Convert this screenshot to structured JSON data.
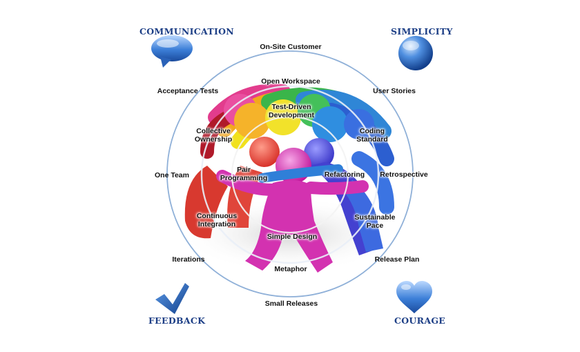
{
  "values": {
    "communication": "COMMUNICATION",
    "simplicity": "SIMPLICITY",
    "feedback": "FEEDBACK",
    "courage": "COURAGE"
  },
  "icons": {
    "communication": "speech-bubble-icon",
    "simplicity": "sphere-icon",
    "feedback": "checkmark-icon",
    "courage": "heart-icon"
  },
  "outer_practices": {
    "on_site_customer": "On-Site Customer",
    "acceptance_tests": "Acceptance Tests",
    "user_stories": "User Stories",
    "one_team": "One Team",
    "retrospective": "Retrospective",
    "iterations": "Iterations",
    "release_plan": "Release Plan",
    "small_releases": "Small Releases"
  },
  "middle_practices": {
    "open_workspace": "Open Workspace",
    "collective_ownership": [
      "Collective",
      "Ownership"
    ],
    "coding_standard": [
      "Coding",
      "Standard"
    ],
    "continuous_integration": [
      "Continuous",
      "Integration"
    ],
    "sustainable_pace": [
      "Sustainable",
      "Pace"
    ],
    "metaphor": "Metaphor"
  },
  "inner_practices": {
    "test_driven_development": [
      "Test-Driven",
      "Development"
    ],
    "pair_programming": [
      "Pair",
      "Programming"
    ],
    "refactoring": "Refactoring",
    "simple_design": "Simple Design"
  },
  "colors": {
    "value_text": "#1d3f86",
    "ring": "#8fb0d8",
    "icon_blue": "#2f6fc7"
  }
}
